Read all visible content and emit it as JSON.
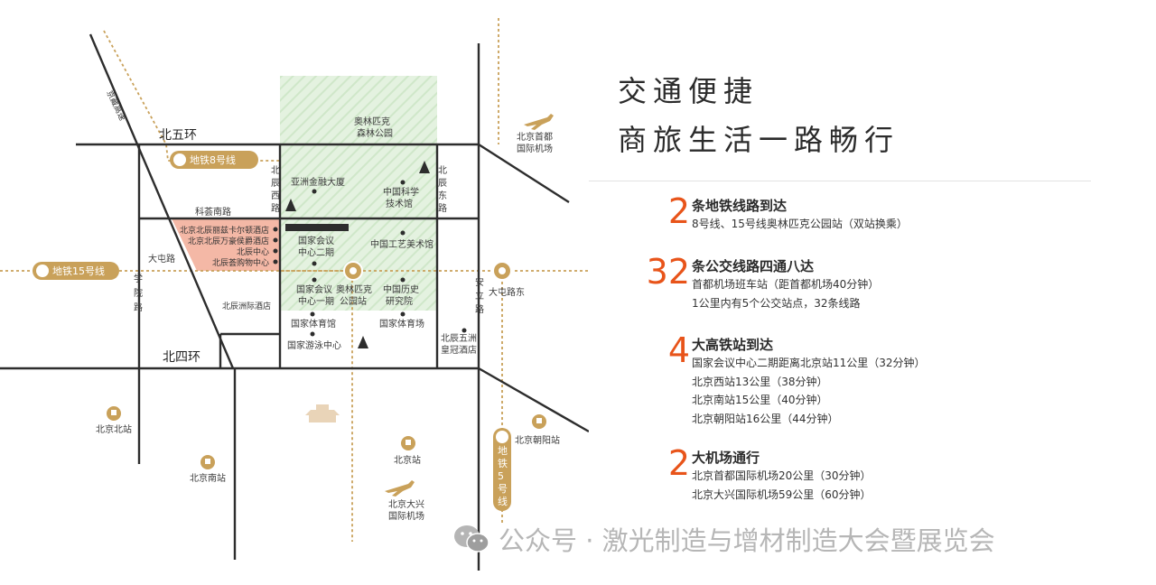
{
  "headline": {
    "line1": "交通便捷",
    "line2": "商旅生活一路畅行"
  },
  "stats": [
    {
      "number": "2",
      "title": "条地铁线路到达",
      "lines": [
        "8号线、15号线奥林匹克公园站（双站换乘）"
      ]
    },
    {
      "number": "32",
      "title": "条公交线路四通八达",
      "lines": [
        "首都机场班车站（距首都机场40分钟）",
        "1公里内有5个公交站点，32条线路"
      ]
    },
    {
      "number": "4",
      "title": "大高铁站到达",
      "lines": [
        "国家会议中心二期距离北京站11公里（32分钟）",
        "北京西站13公里（38分钟）",
        "北京南站15公里（40分钟）",
        "北京朝阳站16公里（44分钟）"
      ]
    },
    {
      "number": "2",
      "title": "大机场通行",
      "lines": [
        "北京首都国际机场20公里（30分钟）",
        "北京大兴国际机场59公里（60分钟）"
      ]
    }
  ],
  "map": {
    "roads": {
      "ring5": "北五环",
      "ring4": "北四环",
      "jingzang": "京藏高速",
      "kehui": "科荟南路",
      "datun": "大屯路",
      "xueyuan": "学院路",
      "beichen_west": "北辰西路",
      "beichen_east": "北辰东路",
      "anli": "安立路",
      "datun_east": "大屯路东"
    },
    "metro": {
      "line8": "地铁8号线",
      "line15": "地铁15号线",
      "line5": "地铁5号线"
    },
    "places": {
      "forest_park": "奥林匹克森林公园",
      "asia_finance": "亚洲金融大厦",
      "cas_museum": "中国科学技术馆",
      "ncc2": "国家会议中心二期",
      "crafts_museum": "中国工艺美术馆",
      "hotel_carlton": "北京北辰丽兹卡尔顿酒店",
      "hotel_wanhao": "北京北辰万豪侯爵酒店",
      "beichen_center": "北辰中心",
      "beichen_mall": "北辰荟购物中心",
      "zhouji_hotel": "北辰洲际酒店",
      "ncc1": "国家会议中心一期",
      "olympic_station": "奥林匹克公园站",
      "history_institute": "中国历史研究院",
      "stadium": "国家体育馆",
      "nat_stadium": "国家体育场",
      "aquatics": "国家游泳中心",
      "crowne": "北辰五洲皇冠酒店",
      "pek": "北京首都国际机场",
      "north_station": "北京北站",
      "south_station": "北京南站",
      "bj_station": "北京站",
      "chaoyang_station": "北京朝阳站",
      "daxing": "北京大兴国际机场"
    }
  },
  "watermark": {
    "text": "公众号 · 激光制造与增材制造大会暨展览会"
  },
  "colors": {
    "accent": "#e8541a",
    "metro_gold": "#c9a15a",
    "hotel_pink": "#f4b8a6",
    "park_green": "#dcefd8",
    "road": "#2d2d2d"
  }
}
